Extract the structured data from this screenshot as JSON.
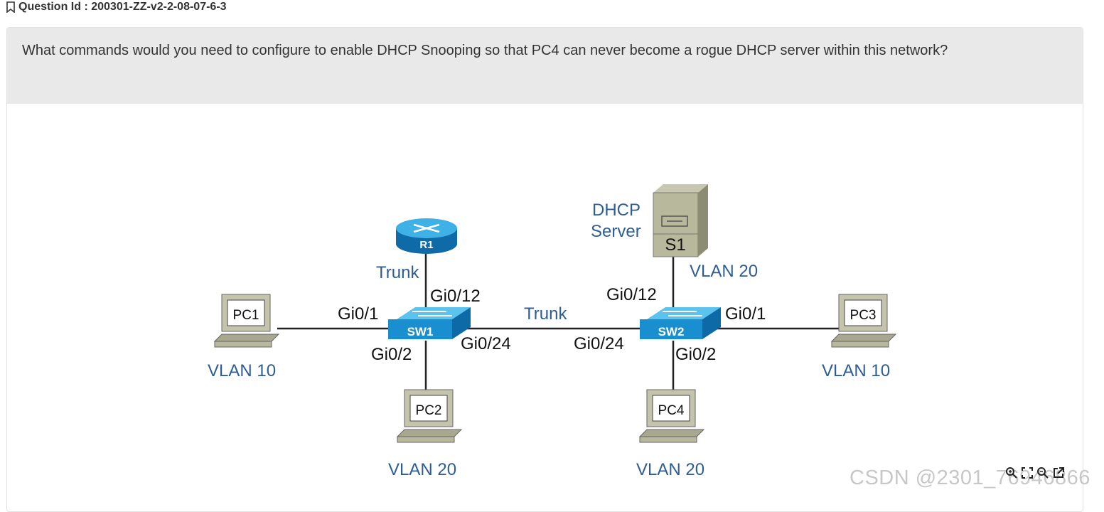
{
  "question": {
    "id_label": "Question Id : 200301-ZZ-v2-2-08-07-6-3",
    "text": "What commands would you need to configure to enable DHCP Snooping so that PC4 can never become a rogue DHCP server within this network?"
  },
  "diagram": {
    "router": "R1",
    "switches": [
      "SW1",
      "SW2"
    ],
    "server": {
      "name": "S1",
      "role_line1": "DHCP",
      "role_line2": "Server",
      "vlan": "VLAN 20"
    },
    "pcs": [
      {
        "name": "PC1",
        "vlan": "VLAN 10"
      },
      {
        "name": "PC2",
        "vlan": "VLAN 20"
      },
      {
        "name": "PC3",
        "vlan": "VLAN 10"
      },
      {
        "name": "PC4",
        "vlan": "VLAN 20"
      }
    ],
    "links": {
      "r1_trunk": "Trunk",
      "sw_trunk": "Trunk",
      "sw1_gi012": "Gi0/12",
      "sw1_gi01": "Gi0/1",
      "sw1_gi02": "Gi0/2",
      "sw1_gi024": "Gi0/24",
      "sw2_gi012": "Gi0/12",
      "sw2_gi01": "Gi0/1",
      "sw2_gi02": "Gi0/2",
      "sw2_gi024": "Gi0/24"
    },
    "colors": {
      "device_blue": "#1a8fd0",
      "label_blue": "#2e5d96"
    }
  },
  "watermark": "CSDN @2301_76946866",
  "toolbar": {
    "icons": [
      "zoom-in-icon",
      "fullscreen-icon",
      "zoom-out-icon",
      "open-external-icon"
    ]
  }
}
